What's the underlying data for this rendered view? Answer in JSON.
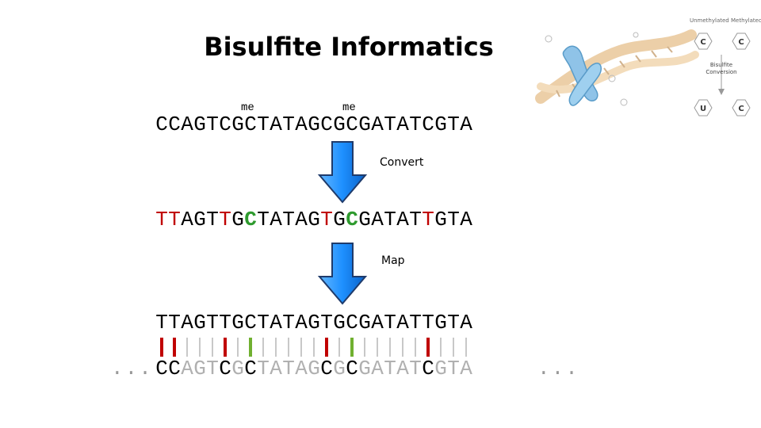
{
  "title": "Bisulfite Informatics",
  "original": {
    "sequence": "CCAGTCGCTATAGCGCGATATCGTA",
    "me_marks": [
      {
        "text": "me",
        "index": 7
      },
      {
        "text": "me",
        "index": 15
      }
    ]
  },
  "step1_label": "Convert",
  "converted": {
    "sequence": "TTAGTTGCTATAGTGCGATATTGTA",
    "red_indices": [
      0,
      1,
      5,
      13,
      21
    ],
    "green_indices": [
      7,
      15
    ]
  },
  "step2_label": "Map",
  "read": {
    "sequence": "TTAGTTGCTATAGTGCGATATTGTA"
  },
  "match_bars": {
    "red_indices": [
      0,
      1,
      5,
      13,
      21
    ],
    "green_indices": [
      7,
      15
    ]
  },
  "reference": {
    "sequence": "CCAGTCGCTATAGCGCGATATCGTA",
    "prefix": "...",
    "suffix": "...",
    "highlight_indices": [
      0,
      1,
      5,
      7,
      13,
      15,
      21
    ]
  },
  "illustration": {
    "label_unmethylated": "Unmethylated",
    "label_methylated": "Methylated",
    "label_conversion": "Bisulfite Conversion",
    "base_c": "C",
    "base_u": "U"
  },
  "colors": {
    "red": "#c00000",
    "green": "#2e9a2e",
    "arrow_fill": "#1e90ff",
    "arrow_stroke": "#1f3b6b",
    "grey": "#b0b0b0"
  }
}
